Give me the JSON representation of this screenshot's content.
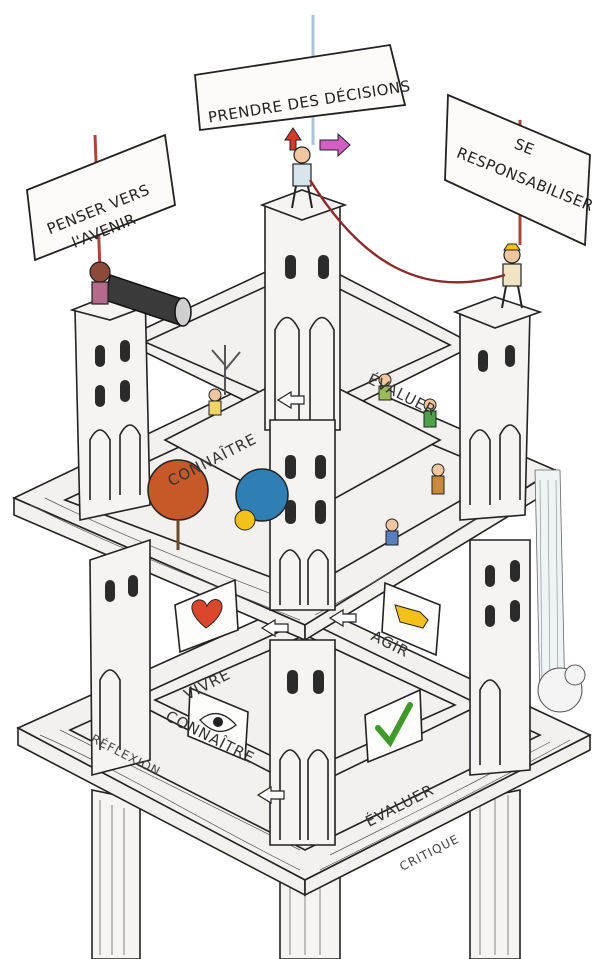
{
  "signs": {
    "left": [
      "PENSER VERS",
      "l'AVENIR"
    ],
    "center": [
      "PRENDRE DES DÉCISIONS"
    ],
    "right": [
      "SE",
      "RESPONSABILISER"
    ]
  },
  "upper_floor_labels": {
    "left": "CONNAÎTRE",
    "right": "ÉVALUER",
    "front_left": "VIVRE",
    "front_right": "AGIR"
  },
  "lower_floor_labels": {
    "left": "CONNAÎTRE",
    "right": "ÉVALUER"
  },
  "base_labels": {
    "left": "RÉFLEXION",
    "right": "CRITIQUE"
  },
  "panels": {
    "heart": "heart-icon",
    "hand": "hand-icon",
    "eye": "eye-icon",
    "check": "checkmark-icon"
  },
  "colors": {
    "heart": "#d9482b",
    "hand": "#f2c21b",
    "check": "#3f9a2a",
    "tree_orange": "#c7582a",
    "tree_blue": "#2f7fb5",
    "rope": "#8b2a2a",
    "arrow_red": "#d63a2a",
    "arrow_pink": "#d45fc4"
  }
}
